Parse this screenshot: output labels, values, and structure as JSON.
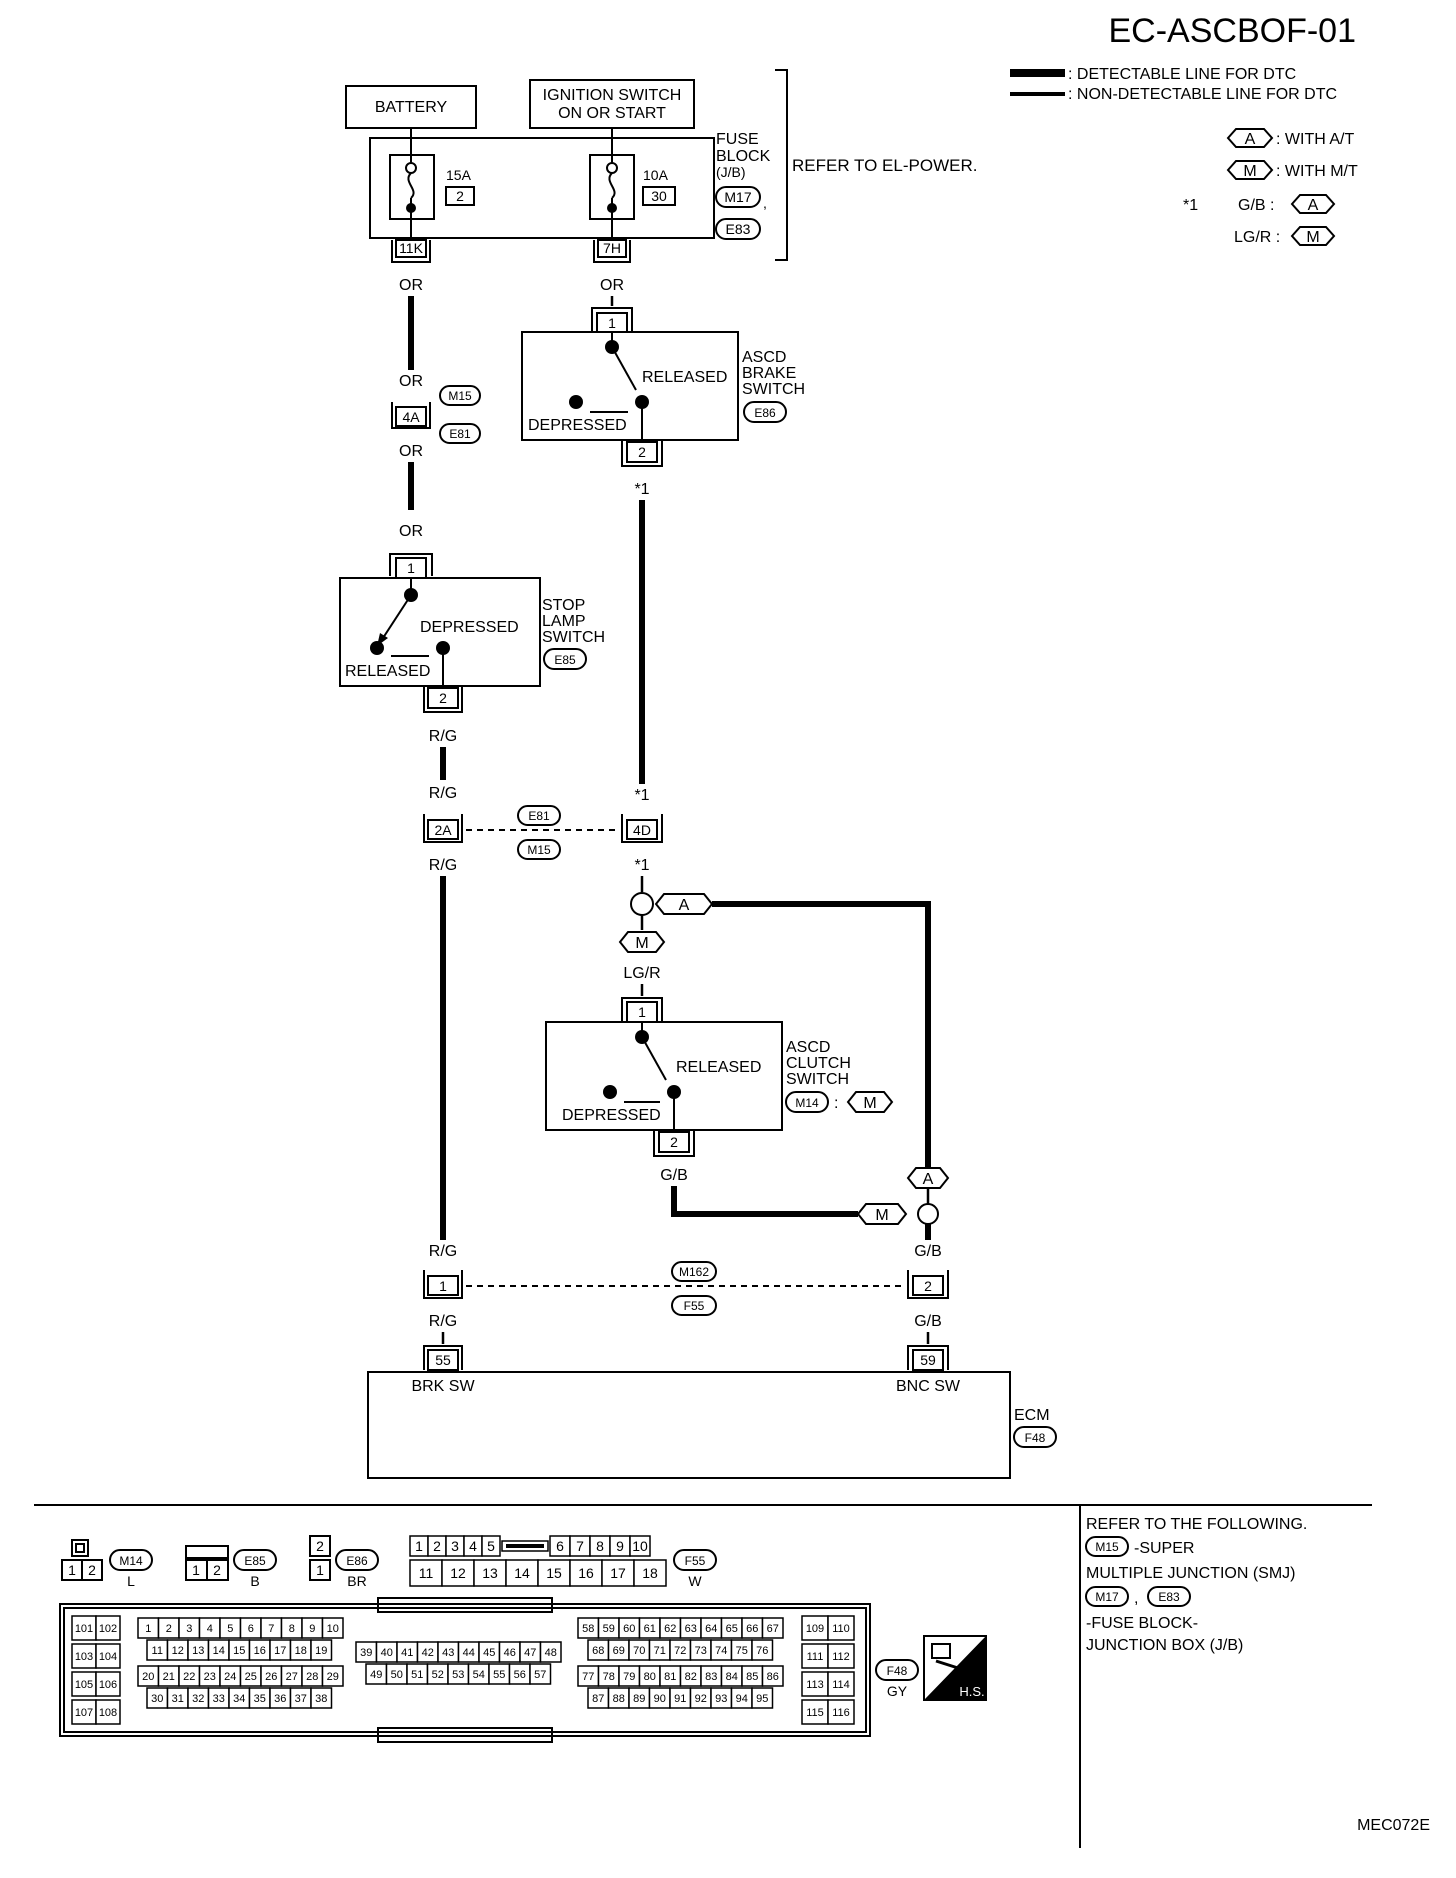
{
  "header": {
    "diagram_id": "EC-ASCBOF-01",
    "legend_detectable": ": DETECTABLE LINE   FOR DTC",
    "legend_non_detectable": ": NON-DETECTABLE  LINE FOR DTC",
    "legend_at_tag": "A",
    "legend_at_label": ": WITH A/T",
    "legend_mt_tag": "M",
    "legend_mt_label": ": WITH M/T",
    "star_mark": "*1",
    "star_at_color": "G/B :",
    "star_mt_color": "LG/R :"
  },
  "power": {
    "battery_label": "BATTERY",
    "ignition_label_1": "IGNITION SWITCH",
    "ignition_label_2": "ON OR START",
    "fuse1_amp": "15A",
    "fuse1_num": "2",
    "fuse2_amp": "10A",
    "fuse2_num": "30",
    "fuse_block_1": "FUSE",
    "fuse_block_2": "BLOCK",
    "fuse_block_3": "(J/B)",
    "fuse_block_conn_1": "M17",
    "fuse_block_comma": ",",
    "fuse_block_conn_2": "E83",
    "refer_el_power": "REFER TO EL-POWER.",
    "conn_11k": "11K",
    "conn_7h": "7H"
  },
  "wires": {
    "or": "OR",
    "rg": "R/G",
    "gb": "G/B",
    "lgr": "LG/R",
    "star": "*1"
  },
  "junctions": {
    "j4a": "4A",
    "j2a": "2A",
    "j4d": "4D",
    "m15": "M15",
    "e81": "E81",
    "j1": "1",
    "j2": "2",
    "m162": "M162",
    "f55": "F55"
  },
  "brake_switch": {
    "pin1": "1",
    "pin2": "2",
    "released": "RELEASED",
    "depressed": "DEPRESSED",
    "name_1": "ASCD",
    "name_2": "BRAKE",
    "name_3": "SWITCH",
    "conn": "E86"
  },
  "stop_lamp": {
    "pin1": "1",
    "pin2": "2",
    "released": "RELEASED",
    "depressed": "DEPRESSED",
    "name_1": "STOP",
    "name_2": "LAMP",
    "name_3": "SWITCH",
    "conn": "E85"
  },
  "clutch_switch": {
    "pin1": "1",
    "pin2": "2",
    "released": "RELEASED",
    "depressed": "DEPRESSED",
    "name_1": "ASCD",
    "name_2": "CLUTCH",
    "name_3": "SWITCH",
    "conn": "M14",
    "conn_sep": ":",
    "variant": "M"
  },
  "variants": {
    "a": "A",
    "m": "M"
  },
  "ecm": {
    "pin55": "55",
    "pin59": "59",
    "brk_sw": "BRK SW",
    "bnc_sw": "BNC SW",
    "name": "ECM",
    "conn": "F48"
  },
  "connectors": {
    "m14": "M14",
    "m14_color": "L",
    "e85": "E85",
    "e85_color": "B",
    "e86": "E86",
    "e86_color": "BR",
    "f55": "F55",
    "f55_color": "W",
    "f48": "F48",
    "f48_color": "GY",
    "hs": "H.S."
  },
  "refer": {
    "line1": "REFER TO THE FOLLOWING.",
    "smj_conn": "M15",
    "smj_1": "-SUPER",
    "smj_2": "MULTIPLE JUNCTION (SMJ)",
    "jb_conn_1": "M17",
    "jb_comma": ",",
    "jb_conn_2": "E83",
    "jb_1": "-FUSE BLOCK-",
    "jb_2": "JUNCTION BOX (J/B)"
  },
  "footer": {
    "ref": "MEC072E"
  }
}
